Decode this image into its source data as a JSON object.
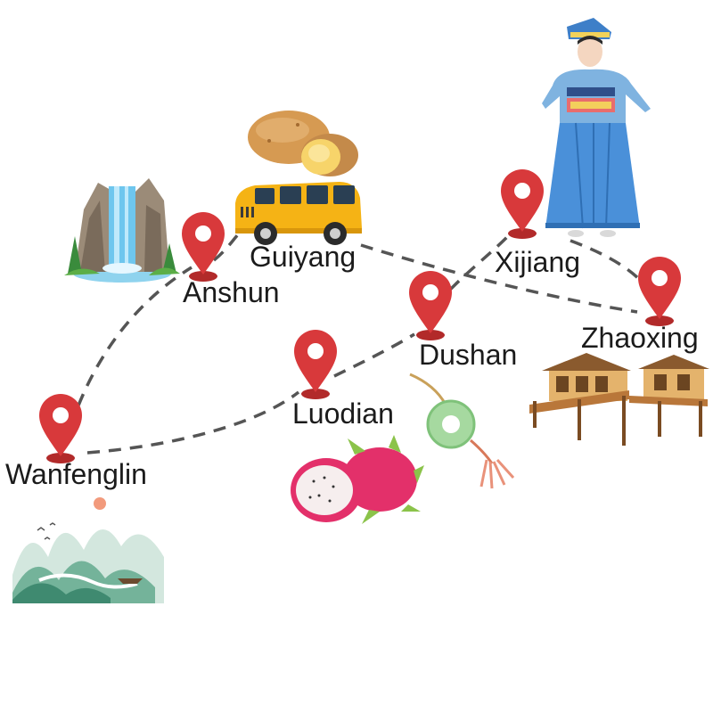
{
  "map": {
    "cities": [
      {
        "id": "anshun",
        "name": "Anshun"
      },
      {
        "id": "guiyang",
        "name": "Guiyang"
      },
      {
        "id": "xijiang",
        "name": "Xijiang"
      },
      {
        "id": "zhaoxing",
        "name": "Zhaoxing"
      },
      {
        "id": "dushan",
        "name": "Dushan"
      },
      {
        "id": "luodian",
        "name": "Luodian"
      },
      {
        "id": "wanfenglin",
        "name": "Wanfenglin"
      }
    ],
    "route": [
      "wanfenglin",
      "anshun",
      "guiyang",
      "zhaoxing",
      "xijiang",
      "dushan",
      "luodian",
      "wanfenglin"
    ],
    "colors": {
      "pin": "#d8393b",
      "pin_base": "#b22a2a",
      "route": "#555555",
      "text": "#1b1b1b"
    },
    "illustrations": [
      "waterfall-illustration",
      "potato-illustration",
      "van-illustration",
      "miao-woman-illustration",
      "wooden-house-illustration",
      "jade-pendant-illustration",
      "dragon-fruit-illustration",
      "karst-landscape-illustration"
    ]
  }
}
